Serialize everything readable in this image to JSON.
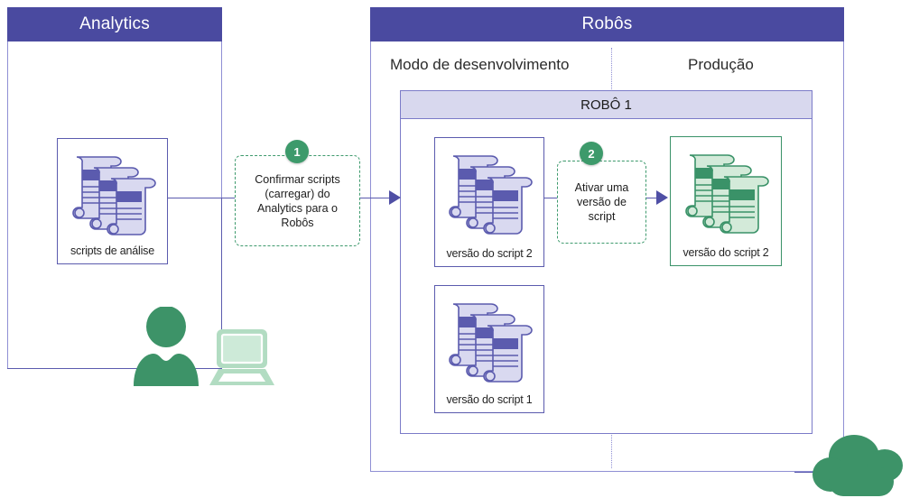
{
  "panels": {
    "analytics": {
      "title": "Analytics"
    },
    "robos": {
      "title": "Robôs"
    }
  },
  "robos_sections": {
    "dev_label": "Modo de desenvolvimento",
    "prod_label": "Produção"
  },
  "robot_box": {
    "title": "ROBÔ 1"
  },
  "cards": {
    "analytics_scripts": {
      "label": "scripts de análise",
      "icon": "scripts-stack-icon",
      "color": "#5b5bae"
    },
    "dev_script_v2": {
      "label": "versão do script 2",
      "icon": "scripts-stack-icon",
      "color": "#5b5bae"
    },
    "dev_script_v1": {
      "label": "versão do script 1",
      "icon": "scripts-stack-icon",
      "color": "#5b5bae"
    },
    "prod_script_v2": {
      "label": "versão do script 2",
      "icon": "scripts-stack-icon",
      "color": "#3a9268"
    }
  },
  "steps": [
    {
      "number": "1",
      "text": "Confirmar scripts (carregar) do Analytics para o Robôs"
    },
    {
      "number": "2",
      "text": "Ativar uma versão de script"
    }
  ],
  "figures": {
    "user": "user-person-icon",
    "laptop": "laptop-icon",
    "cloud": "cloud-icon"
  },
  "colors": {
    "header_purple": "#4a4aa0",
    "panel_border": "#8f8fd4",
    "robot_header_fill": "#d8d8ee",
    "accent_green": "#3d9a6b",
    "script_fill": "#d9d9f0",
    "script_fill_green": "#d3ead9",
    "connector": "#5b5bae"
  }
}
